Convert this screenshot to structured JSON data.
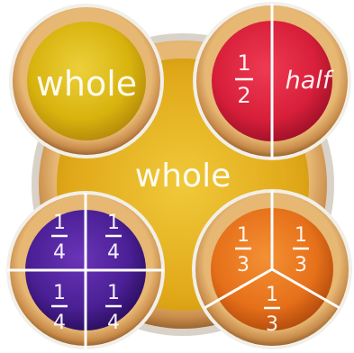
{
  "pies": {
    "big": {
      "label": "whole",
      "filling_color": "#e0b21a"
    },
    "yellow": {
      "label": "whole",
      "filling_color": "#d8b30e"
    },
    "red": {
      "filling_color": "#d81f3a",
      "labels": {
        "fraction_num": "1",
        "fraction_den": "2",
        "word": "half"
      }
    },
    "purple": {
      "filling_color": "#4a1f94",
      "quarter": {
        "num": "1",
        "den": "4"
      }
    },
    "orange": {
      "filling_color": "#e6701a",
      "third": {
        "num": "1",
        "den": "3"
      }
    }
  },
  "colors": {
    "crust": "#d9a35e",
    "crust_dark": "#a86d34",
    "divider": "#ffffff",
    "text": "#ffffff"
  }
}
